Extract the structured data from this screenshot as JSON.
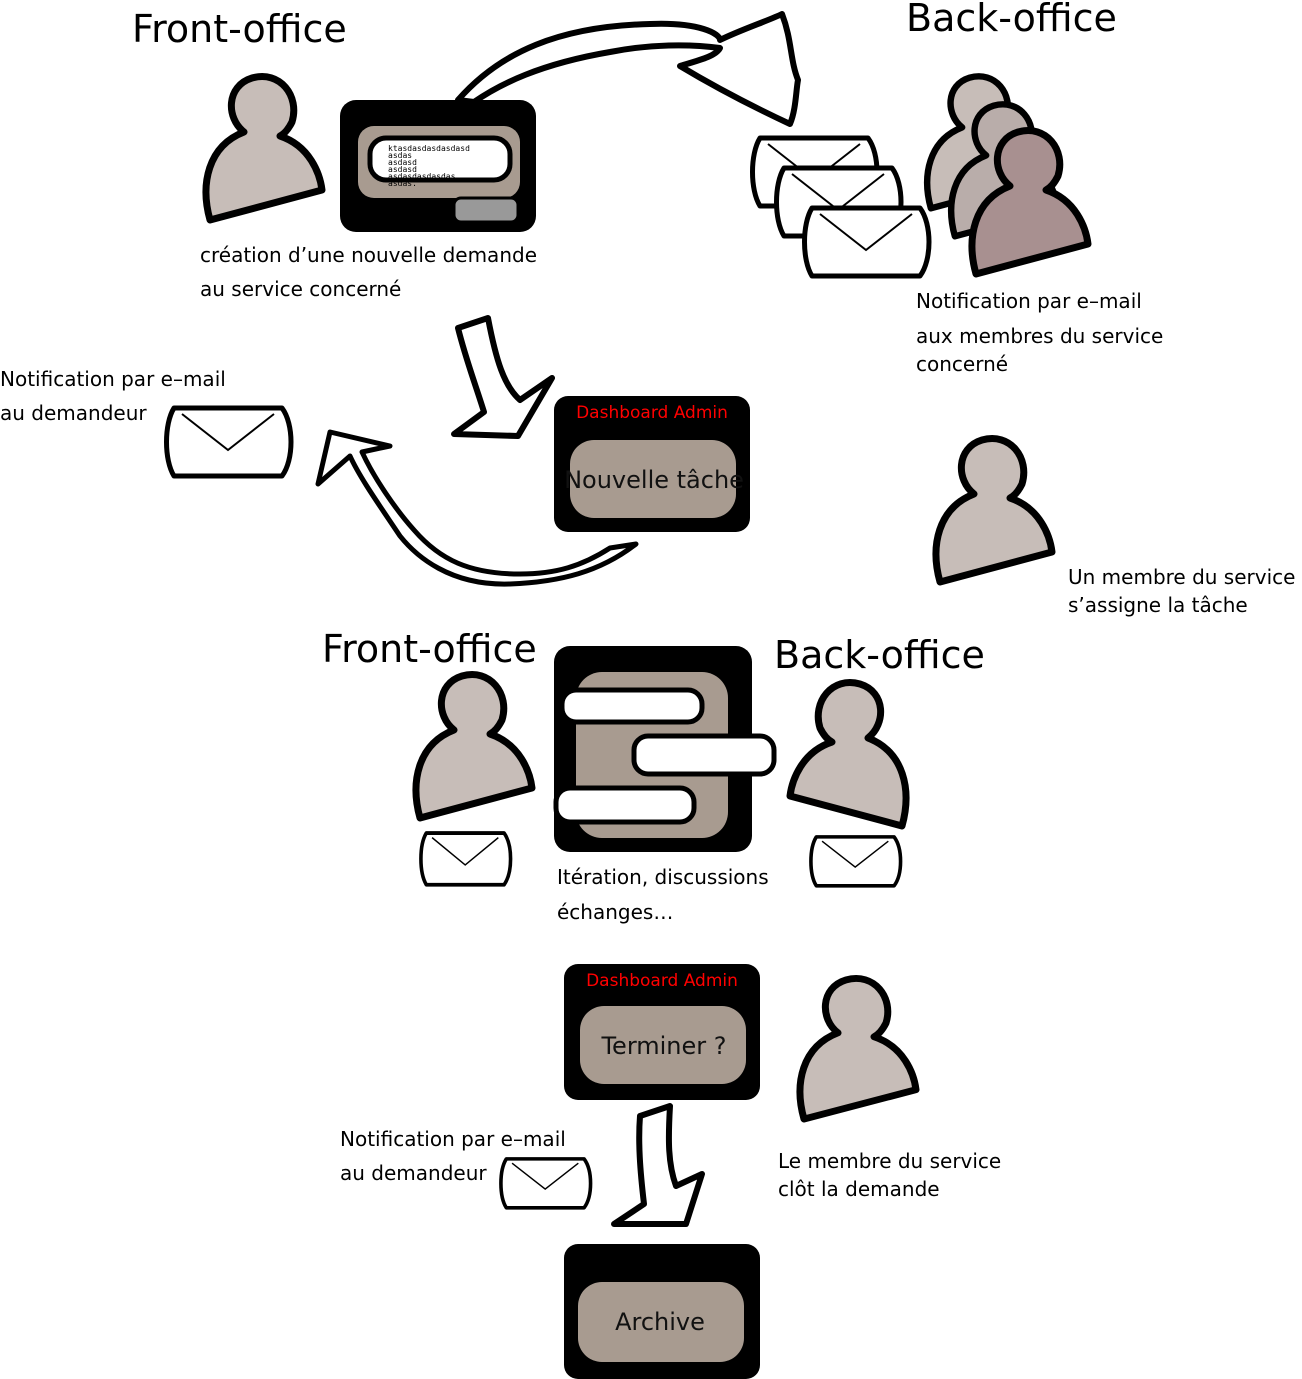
{
  "colors": {
    "person": "#c7bdb8",
    "person_dark": "#a89090",
    "screen_inner": "#a89b90",
    "dashboard_label": "#ff0000"
  },
  "top": {
    "front_title": "Front-office",
    "back_title": "Back-office",
    "creation_caption": [
      "création d’une nouvelle demande",
      "au service concerné"
    ],
    "form_text": [
      "ktasdasdasdasdasd",
      "asdas",
      "asdasd",
      "asdasd",
      "asdasdasdasdas",
      "asdas."
    ],
    "notify_members_caption": [
      "Notification par e–mail",
      "aux membres du service",
      "concerné"
    ]
  },
  "middle": {
    "notify_requester_caption": [
      "Notification par e–mail",
      "au demandeur"
    ],
    "dashboard_label": "Dashboard Admin",
    "new_task_label": "Nouvelle tâche",
    "assign_caption": [
      "Un membre du service",
      "s’assigne la tâche"
    ]
  },
  "discussion": {
    "front_title": "Front-office",
    "back_title": "Back-office",
    "caption": [
      "Itération,  discussions",
      "échanges…"
    ]
  },
  "closing": {
    "dashboard_label": "Dashboard Admin",
    "finish_label": "Terminer ?",
    "notify_requester_caption": [
      "Notification par e–mail",
      "au demandeur"
    ],
    "close_caption": [
      "Le membre du service",
      "clôt la demande"
    ],
    "archive_label": "Archive"
  }
}
